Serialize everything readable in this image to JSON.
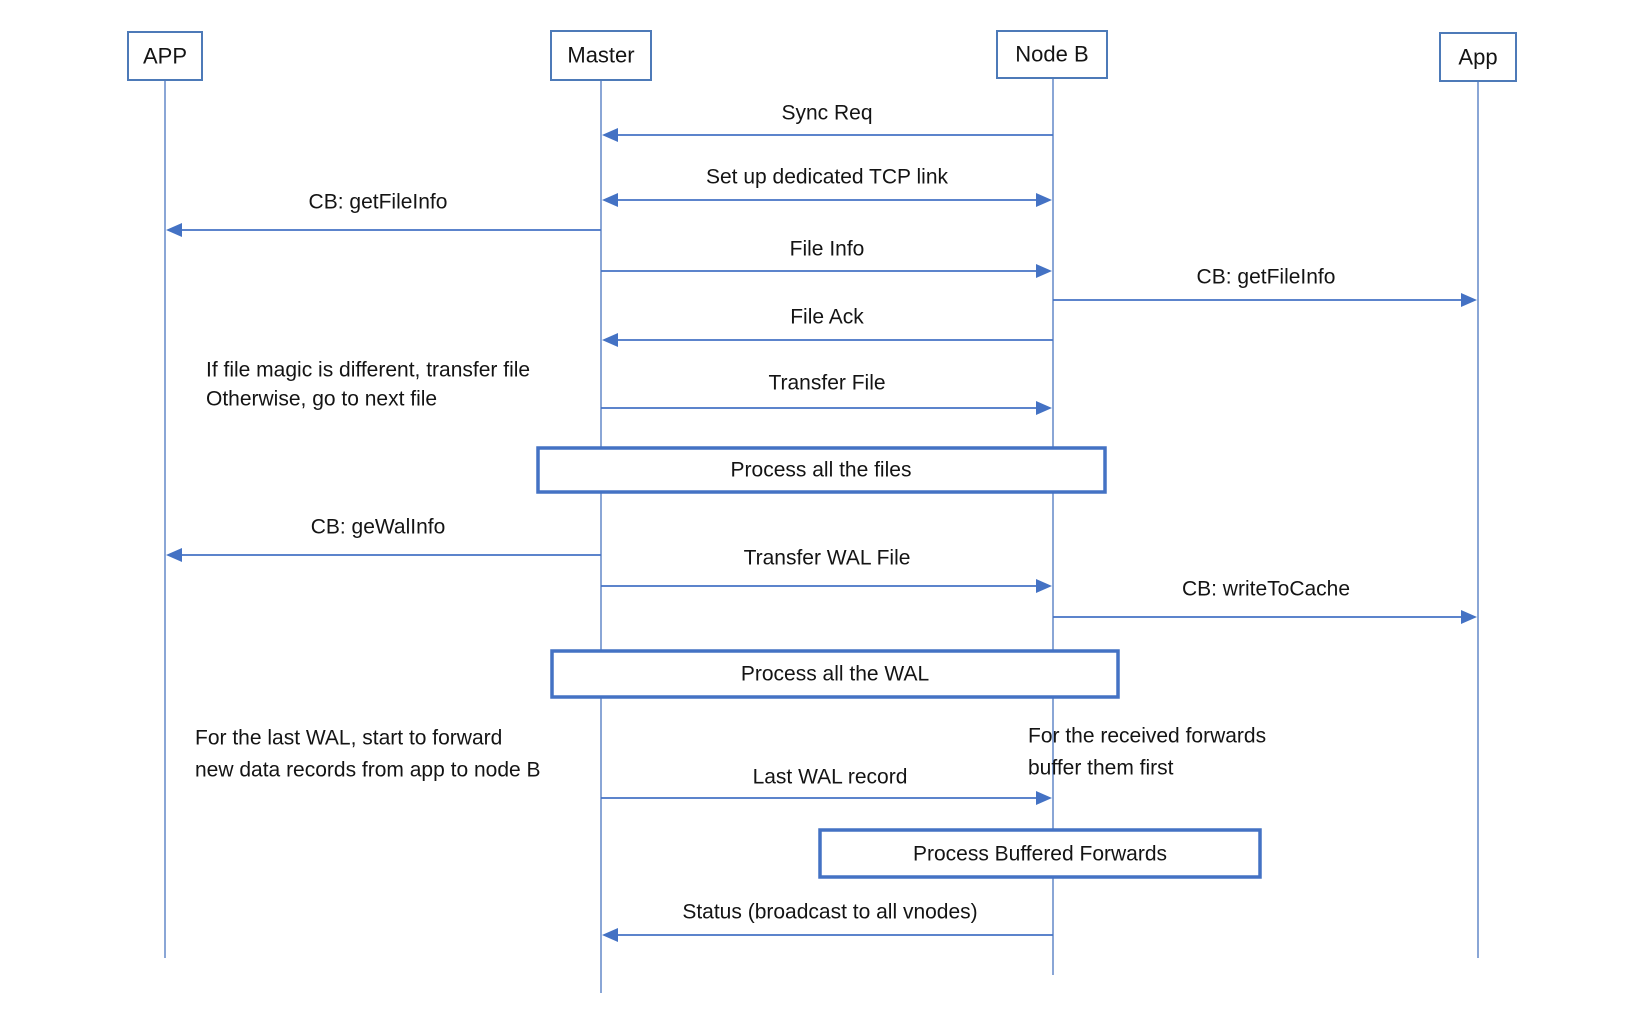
{
  "diagram": {
    "background": "#ffffff",
    "colors": {
      "line": "#4472c4",
      "lifeline": "#6388c9",
      "text": "#141414"
    },
    "actors": [
      {
        "label": "APP"
      },
      {
        "label": "Master"
      },
      {
        "label": "Node B"
      },
      {
        "label": "App"
      }
    ],
    "messages": [
      {
        "label": "Sync Req",
        "from": "Node B",
        "to": "Master"
      },
      {
        "label": "Set up dedicated TCP link",
        "from": "Master",
        "to": "Node B",
        "bidirectional": true
      },
      {
        "label": "CB: getFileInfo",
        "from": "Master",
        "to": "APP"
      },
      {
        "label": "File Info",
        "from": "Master",
        "to": "Node B"
      },
      {
        "label": "CB: getFileInfo",
        "from": "Node B",
        "to": "App"
      },
      {
        "label": "File Ack",
        "from": "Node B",
        "to": "Master"
      },
      {
        "label": "Transfer File",
        "from": "Master",
        "to": "Node B"
      },
      {
        "label": "CB: geWalInfo",
        "from": "Master",
        "to": "APP"
      },
      {
        "label": "Transfer WAL File",
        "from": "Master",
        "to": "Node B"
      },
      {
        "label": "CB: writeToCache",
        "from": "Node B",
        "to": "App"
      },
      {
        "label": "Last WAL record",
        "from": "Master",
        "to": "Node B"
      },
      {
        "label": "Status (broadcast to all vnodes)",
        "from": "Node B",
        "to": "Master"
      }
    ],
    "process_boxes": [
      {
        "label": "Process all the files"
      },
      {
        "label": "Process all the WAL"
      },
      {
        "label": "Process Buffered Forwards"
      }
    ],
    "notes": [
      {
        "lines": [
          "If file magic is different, transfer file",
          "Otherwise, go to next file"
        ]
      },
      {
        "lines": [
          "For the last WAL, start to forward",
          "new data records from app to node B"
        ]
      },
      {
        "lines": [
          "For the received forwards",
          "buffer them first"
        ]
      }
    ]
  }
}
